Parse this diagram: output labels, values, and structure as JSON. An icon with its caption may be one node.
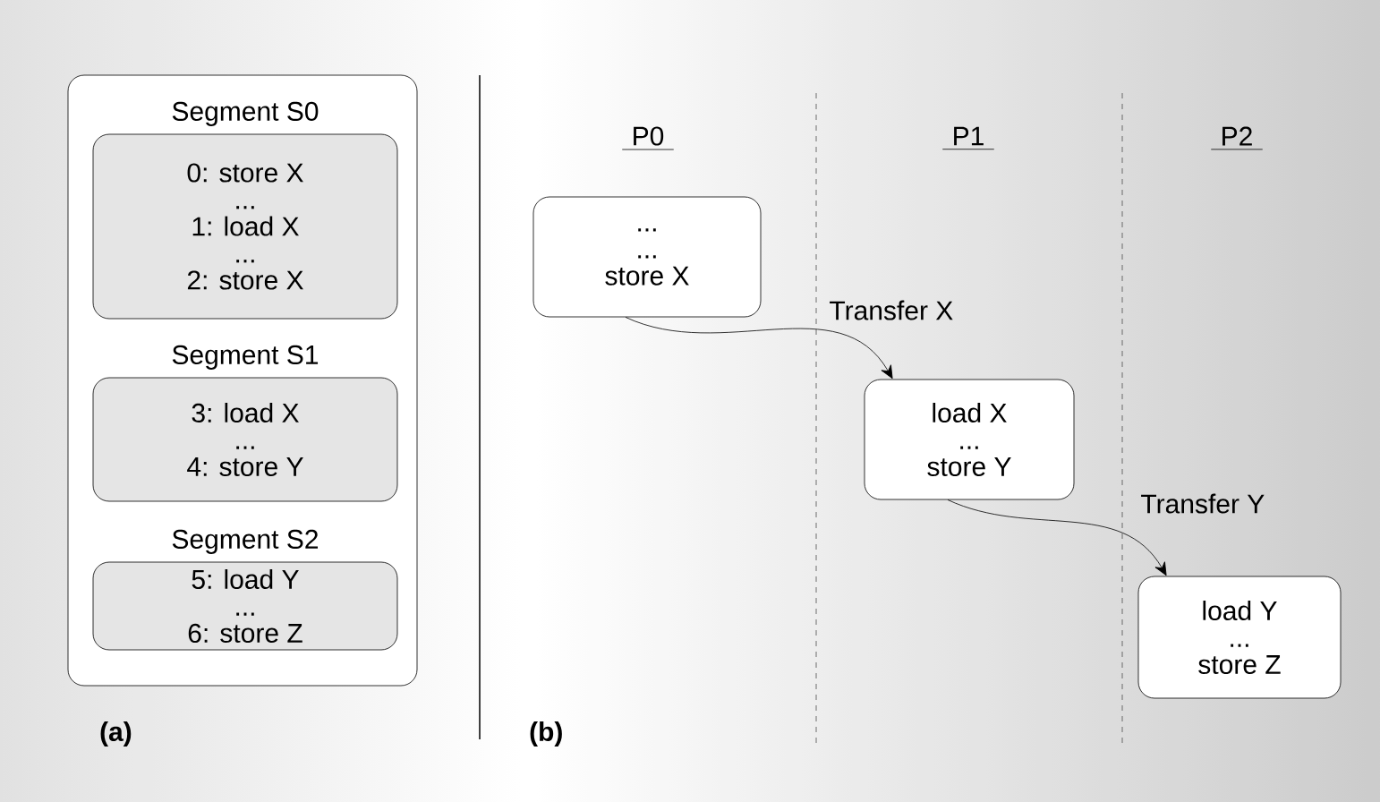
{
  "diagram": {
    "nodes": [
      {
        "text": [],
        "shape": "box"
      },
      {
        "text": [
          "Segment S0",
          "0: store X",
          "...",
          "1: load X",
          "...",
          "2: store X"
        ],
        "in": 0
      },
      {
        "text": [
          "Segment S1",
          "3: load X",
          "...",
          "4: store Y"
        ],
        "in": 0
      },
      {
        "text": [
          "Segment S2",
          "5: load Y",
          "...",
          "6: store Z"
        ],
        "in": 0
      },
      {
        "text": [
          "...",
          "...",
          "store X"
        ]
      },
      {
        "text": [
          "load X",
          "...",
          "store Y"
        ]
      },
      {
        "text": [
          "load Y",
          "...",
          "store Z"
        ]
      }
    ],
    "edges": [
      {
        "from": 4,
        "to": 5,
        "arrow": "to",
        "label": "Transfer X"
      },
      {
        "from": 5,
        "to": 6,
        "arrow": "to",
        "label": "Transfer Y"
      }
    ],
    "labels": [
      "P0",
      "P1",
      "P2",
      "(a)",
      "(b)"
    ]
  }
}
